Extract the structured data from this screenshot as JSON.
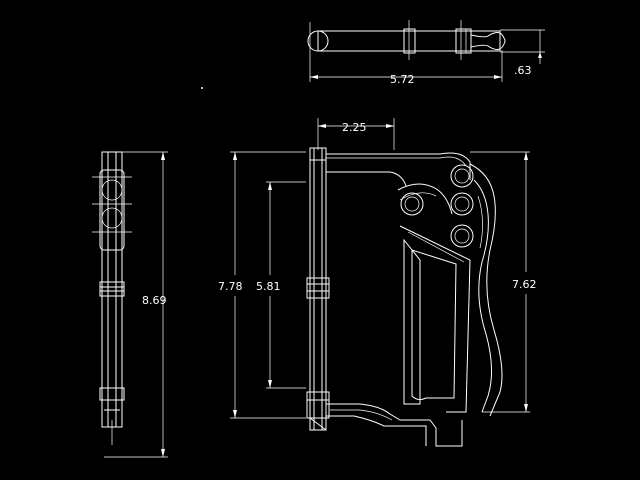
{
  "dimensions": {
    "top_length": "5.72",
    "top_height": ".63",
    "jaw_width": "2.25",
    "overall_height": "7.78",
    "screw_length": "5.81",
    "handle_height": "7.62",
    "side_height": "8.69"
  },
  "colors": {
    "background": "#000000",
    "lines": "#ffffff"
  }
}
